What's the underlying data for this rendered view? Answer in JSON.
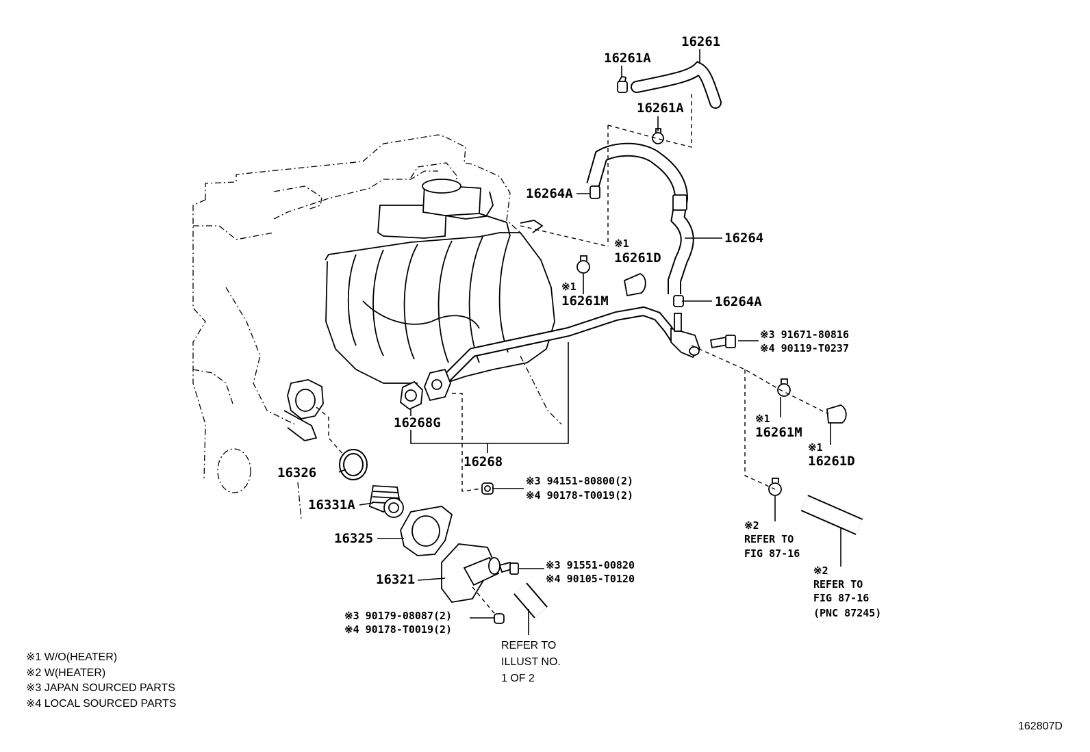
{
  "diagram": {
    "figure_id": "162807D",
    "part_labels": {
      "p16261": "16261",
      "p16261a_top": "16261A",
      "p16261a_mid": "16261A",
      "p16264a_top": "16264A",
      "p16264": "16264",
      "p16264a_bot": "16264A",
      "p16261d_upper": "16261D",
      "p16261m_upper": "16261M",
      "p16268g": "16268G",
      "p16268": "16268",
      "p16326": "16326",
      "p16331a": "16331A",
      "p16325": "16325",
      "p16321": "16321",
      "p16261m_right": "16261M",
      "p16261d_right": "16261D"
    },
    "marks": {
      "m1_d_upper": "※1",
      "m1_m_upper": "※1",
      "m1_m_right": "※1",
      "m1_d_right": "※1",
      "m2_hose1": "※2",
      "m2_hose2": "※2"
    },
    "fasteners": {
      "bolt_top_3": "※3 91671-80816",
      "bolt_top_4": "※4 90119-T0237",
      "nut_mid_3": "※3 94151-80800(2)",
      "nut_mid_4": "※4 90178-T0019(2)",
      "bolt_low_3": "※3 91551-00820",
      "bolt_low_4": "※4 90105-T0120",
      "stud_3": "※3 90179-08087(2)",
      "stud_4": "※4 90178-T0019(2)"
    },
    "references": {
      "ref1": [
        "REFER TO",
        "FIG 87-16"
      ],
      "ref2": [
        "REFER TO",
        "FIG 87-16",
        "(PNC 87245)"
      ],
      "ref3": [
        "REFER TO",
        "ILLUST NO.",
        "1 OF 2"
      ]
    },
    "legend": [
      "※1 W/O(HEATER)",
      "※2 W(HEATER)",
      "※3 JAPAN SOURCED PARTS",
      "※4 LOCAL SOURCED PARTS"
    ]
  }
}
